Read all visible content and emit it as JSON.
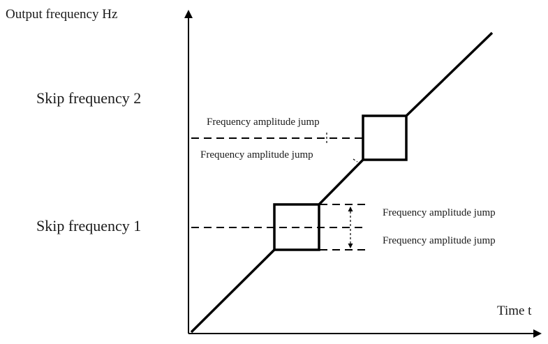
{
  "labels": {
    "y_axis": "Output frequency Hz",
    "x_axis": "Time t",
    "skip1": "Skip frequency 1",
    "skip2": "Skip frequency 2",
    "jump_upper_top": "Frequency amplitude jump",
    "jump_upper_bottom": "Frequency amplitude jump",
    "jump_lower_top": "Frequency amplitude jump",
    "jump_lower_bottom": "Frequency amplitude jump"
  },
  "colors": {
    "line": "#000000",
    "text": "#1a1a1a",
    "background": "#ffffff"
  }
}
